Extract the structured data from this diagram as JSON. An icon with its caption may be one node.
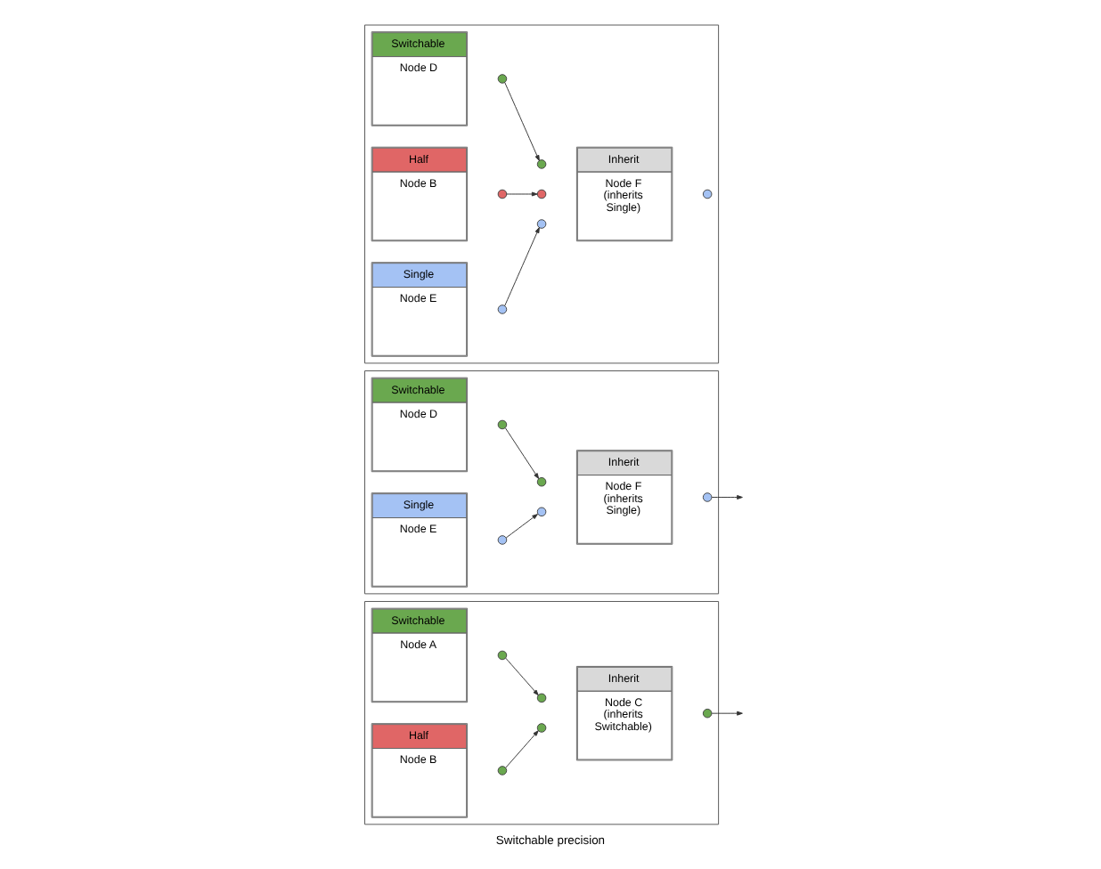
{
  "diagram": {
    "caption": "Switchable precision",
    "nodes": [
      {
        "text": [],
        "shape": "box"
      },
      {
        "text": [
          "Switchable",
          "Node A"
        ],
        "in": 0
      },
      {
        "text": [],
        "shape": "circle",
        "in": 0
      },
      {
        "text": [
          "Half",
          "Node B"
        ],
        "in": 0
      },
      {
        "text": [],
        "shape": "circle",
        "in": 0
      },
      {
        "text": [
          "Inherit",
          "Node C (inherits Switchable)"
        ],
        "in": 0
      },
      {
        "text": [],
        "shape": "circle",
        "in": 0
      },
      {
        "text": [],
        "shape": "circle",
        "in": 0
      },
      {
        "text": [],
        "shape": "circle",
        "in": 0
      },
      {
        "text": [],
        "shape": "box"
      },
      {
        "text": [
          "Switchable",
          "Node D"
        ],
        "in": 9
      },
      {
        "text": [],
        "shape": "circle",
        "in": 9
      },
      {
        "text": [
          "Single",
          "Node E"
        ],
        "in": 9
      },
      {
        "text": [],
        "shape": "circle",
        "in": 9
      },
      {
        "text": [
          "Inherit",
          "Node F (inherits Single)"
        ],
        "in": 9
      },
      {
        "text": [],
        "shape": "circle",
        "in": 9
      },
      {
        "text": [],
        "shape": "circle",
        "in": 9
      },
      {
        "text": [],
        "shape": "circle",
        "in": 9
      },
      {
        "text": [],
        "shape": "box"
      },
      {
        "text": [
          "Switchable",
          "Node D"
        ],
        "in": 18
      },
      {
        "text": [],
        "shape": "circle",
        "in": 18
      },
      {
        "text": [
          "Half",
          "Node B"
        ],
        "in": 18
      },
      {
        "text": [],
        "shape": "circle",
        "in": 18
      },
      {
        "text": [
          "Single",
          "Node E"
        ],
        "in": 18
      },
      {
        "text": [],
        "shape": "circle",
        "in": 18
      },
      {
        "text": [
          "Inherit",
          "Node F (inherits Single)"
        ],
        "in": 18
      },
      {
        "text": [],
        "shape": "circle",
        "in": 18
      },
      {
        "text": [],
        "shape": "circle",
        "in": 18
      },
      {
        "text": [],
        "shape": "circle",
        "in": 18
      },
      {
        "text": [],
        "shape": "circle",
        "in": 18
      }
    ],
    "edges": [
      {
        "from": 2,
        "to": 6,
        "arrow": "to"
      },
      {
        "from": 4,
        "to": 7,
        "arrow": "to"
      },
      {
        "from": 8,
        "to": null,
        "arrow": "to"
      },
      {
        "from": 11,
        "to": 15,
        "arrow": "to"
      },
      {
        "from": 13,
        "to": 16,
        "arrow": "to"
      },
      {
        "from": 17,
        "to": null,
        "arrow": "to"
      },
      {
        "from": 20,
        "to": 26,
        "arrow": "to"
      },
      {
        "from": 22,
        "to": 27,
        "arrow": "to"
      },
      {
        "from": 24,
        "to": 28,
        "arrow": "to"
      }
    ]
  }
}
